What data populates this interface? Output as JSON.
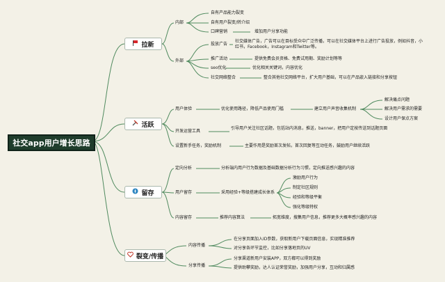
{
  "title": "社交app用户增长思路",
  "colors": {
    "line": "#4f8a5e",
    "root_bg": "#1f3d2c",
    "background": "#f3f1e7"
  },
  "branches": [
    {
      "label": "拉新",
      "icon": "red-flag-icon",
      "children": [
        {
          "label": "内部",
          "items": [
            "自有产品能力裂变",
            "自有用户裂变/转介绍",
            "口碑营销"
          ],
          "note": "增加用户分享功能"
        },
        {
          "label": "外部",
          "items": [
            {
              "label": "投放广告",
              "desc": "社交媒体广告，广告可以在目标受众中广泛传播，可以在社交媒体平台上进行广告投放，例如抖音，小红书，Facebook，Instagram和Twitter等。"
            },
            {
              "label": "推广活动",
              "desc": "提供免费会员资格、免费试用期、奖励计划等等"
            },
            {
              "label": "seo优化",
              "desc": "优化相关关键词，内容优化"
            },
            {
              "label": "社交网络整合",
              "desc": "整合其他社交网络平台，扩大用户基础，可以在产品嵌入链接和分享按钮"
            }
          ]
        }
      ]
    },
    {
      "label": "活跃",
      "icon": "tools-icon",
      "children": [
        {
          "label": "用户体验",
          "step1": "优化使用路径，降低产品使用门槛",
          "step2": "建立用户声音收集机制",
          "items": [
            "解决痛点问题",
            "解决用户需求的需要",
            "设计用户保点方案"
          ]
        },
        {
          "label": "开发运营工具",
          "desc": "引导用户关注社区话题，包括站内消息，推送，banner，把用户定按传送到话题页面"
        },
        {
          "label": "设置新手任务，奖励机制",
          "desc": "主要作用是奖励首次发帖，首次回复等互动任务，鼓励用户继续活跃"
        }
      ]
    },
    {
      "label": "留存",
      "icon": "compass-icon",
      "children": [
        {
          "label": "定向分析",
          "desc": "分析端内用户行为数据及基础数据分析行为习惯，定向推送感兴趣的内容"
        },
        {
          "label": "用户留存",
          "step": "采用经验+等级搭建成长体系",
          "items": [
            "激励用户行为",
            "制定社区规则",
            "经验和等级平衡",
            "强化等级特权"
          ]
        },
        {
          "label": "内容留存",
          "step": "推荐内容算法",
          "desc": "拓宽维度，搜集用户信息，推荐更多大概率感兴趣的内容"
        }
      ]
    },
    {
      "label": "裂变/传播",
      "icon": "heart-icon",
      "children": [
        {
          "label": "内容传播",
          "items": [
            "在分享页面加入ID参数，获取新用户下载页面信息，实现精准推荐",
            "对分享各环节监控，比如分享落地页的UV"
          ]
        },
        {
          "label": "分享传播",
          "items": [
            "分享渠道新用户安装APP，双方都可以得到奖励",
            "提供助攀奖励，达人认证荣誉奖励，加强用户分享，互动和归属感"
          ]
        }
      ]
    }
  ]
}
